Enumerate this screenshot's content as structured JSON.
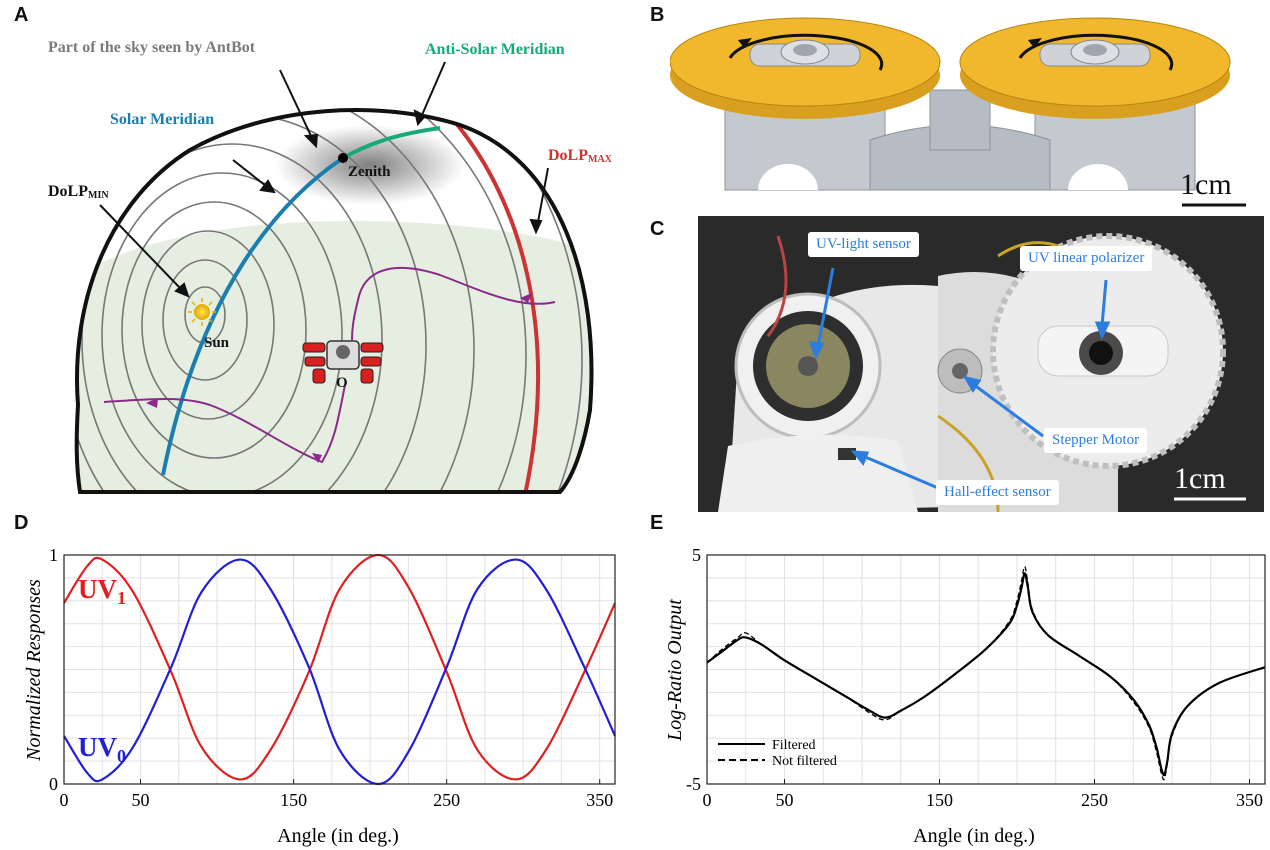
{
  "panels": {
    "A": {
      "letter": "A",
      "labels": {
        "sky_seen": "Part of the sky seen by AntBot",
        "anti_solar": "Anti-Solar Meridian",
        "solar": "Solar Meridian",
        "dolp_max_main": "DoLP",
        "dolp_max_sub": "MAX",
        "dolp_min_main": "DoLP",
        "dolp_min_sub": "MIN",
        "zenith": "Zenith",
        "sun": "Sun",
        "origin": "O"
      },
      "colors": {
        "solar": "#1a7fb0",
        "anti_solar": "#18a978",
        "dolp_max": "#cc3333",
        "path": "#8b2a8b",
        "ground": "#e8f0e4"
      }
    },
    "B": {
      "letter": "B",
      "scale": "1cm",
      "colors": {
        "gear": "#f2b82d",
        "body": "#c8cdd3"
      }
    },
    "C": {
      "letter": "C",
      "scale": "1cm",
      "callouts": {
        "uv_sensor": "UV-light sensor",
        "polarizer": "UV linear polarizer",
        "stepper": "Stepper Motor",
        "hall": "Hall-effect sensor"
      }
    },
    "D": {
      "letter": "D"
    },
    "E": {
      "letter": "E"
    }
  },
  "chart_data": [
    {
      "type": "line",
      "panel": "D",
      "xlabel": "Angle (in deg.)",
      "ylabel": "Normalized Responses",
      "xlim": [
        0,
        360
      ],
      "ylim": [
        0,
        1
      ],
      "xticks": [
        0,
        50,
        150,
        250,
        350
      ],
      "yticks": [
        0,
        1
      ],
      "grid": true,
      "series": [
        {
          "name": "UV1",
          "name_main": "UV",
          "name_sub": "1",
          "color": "#e02020",
          "x": [
            0,
            15,
            25,
            45,
            70,
            90,
            115,
            135,
            160,
            180,
            205,
            225,
            250,
            270,
            295,
            315,
            340,
            360
          ],
          "y": [
            0.79,
            0.95,
            0.98,
            0.84,
            0.49,
            0.16,
            0.02,
            0.15,
            0.49,
            0.85,
            1.0,
            0.86,
            0.49,
            0.15,
            0.02,
            0.15,
            0.49,
            0.79
          ]
        },
        {
          "name": "UV0",
          "name_main": "UV",
          "name_sub": "0",
          "color": "#1f1fd6",
          "x": [
            0,
            15,
            25,
            45,
            70,
            90,
            115,
            135,
            160,
            180,
            205,
            225,
            250,
            270,
            295,
            315,
            340,
            360
          ],
          "y": [
            0.21,
            0.05,
            0.02,
            0.16,
            0.51,
            0.84,
            0.98,
            0.85,
            0.51,
            0.15,
            0.0,
            0.14,
            0.51,
            0.85,
            0.98,
            0.85,
            0.51,
            0.21
          ]
        }
      ]
    },
    {
      "type": "line",
      "panel": "E",
      "xlabel": "Angle (in deg.)",
      "ylabel": "Log-Ratio Output",
      "xlim": [
        0,
        360
      ],
      "ylim": [
        -5,
        5
      ],
      "xticks": [
        0,
        50,
        150,
        250,
        350
      ],
      "yticks": [
        -5,
        5
      ],
      "grid": true,
      "legend": "bottom-left",
      "series": [
        {
          "name": "Filtered",
          "style": "solid",
          "color": "#000000",
          "x": [
            0,
            10,
            20,
            25,
            35,
            50,
            70,
            90,
            105,
            115,
            125,
            140,
            160,
            180,
            195,
            200,
            203,
            205,
            207,
            210,
            220,
            240,
            260,
            275,
            285,
            290,
            293,
            295,
            297,
            300,
            310,
            330,
            360
          ],
          "y": [
            0.3,
            0.8,
            1.3,
            1.4,
            1.1,
            0.4,
            -0.4,
            -1.2,
            -1.8,
            -2.1,
            -1.8,
            -1.2,
            -0.2,
            0.9,
            2.0,
            2.8,
            3.6,
            4.2,
            3.6,
            2.5,
            1.5,
            0.6,
            -0.3,
            -1.3,
            -2.4,
            -3.4,
            -4.3,
            -4.6,
            -4.0,
            -2.8,
            -1.6,
            -0.6,
            0.1
          ]
        },
        {
          "name": "Not filtered",
          "style": "dashed",
          "color": "#000000",
          "x": [
            0,
            10,
            20,
            25,
            35,
            50,
            70,
            90,
            105,
            115,
            125,
            140,
            160,
            180,
            195,
            200,
            203,
            205,
            207,
            210,
            220,
            240,
            260,
            275,
            285,
            290,
            293,
            295,
            297,
            300,
            310,
            330,
            360
          ],
          "y": [
            0.3,
            0.9,
            1.4,
            1.6,
            1.1,
            0.4,
            -0.4,
            -1.2,
            -1.9,
            -2.2,
            -1.8,
            -1.2,
            -0.2,
            0.9,
            2.1,
            3.0,
            3.9,
            4.5,
            3.8,
            2.6,
            1.5,
            0.6,
            -0.3,
            -1.4,
            -2.5,
            -3.6,
            -4.5,
            -4.8,
            -4.1,
            -2.9,
            -1.6,
            -0.6,
            0.1
          ]
        }
      ]
    }
  ]
}
